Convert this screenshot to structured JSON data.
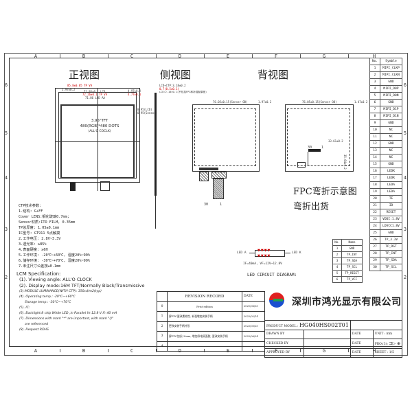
{
  "frame": {
    "columns": [
      "A",
      "B",
      "C",
      "D",
      "E",
      "F",
      "G",
      "H"
    ],
    "rows": [
      "6",
      "5",
      "4",
      "3",
      "2"
    ]
  },
  "views": {
    "front_title": "正视图",
    "side_title": "侧视图",
    "back_title": "背视图",
    "display_size": "3.95\"TFT",
    "resolution": "480(RGB)*480 DOTS",
    "viewing": "(ALL'O COCLK)",
    "front_dims": [
      "85.8±0.05 TP VA",
      "1.97±0.2",
      "71.86±0.1 LCD",
      "72.26±0.1 TP VA",
      "71.86 LCD AA",
      "4.97±0.2",
      "4.77±0.1",
      "0.95(LCD)",
      "0.95(Sensor)"
    ],
    "side_dims": [
      "LCD+CTP:3.18±0.2",
      "0.7(0.5±0.1)",
      "LCD:2.18±0.1(不包括FPC和补强板厚度)"
    ],
    "back_dims": [
      "76.05±0.15(Sensor OD)",
      "1.97±0.2",
      "76.05±0.15(Sensor OD)",
      "1.47±0.2",
      "33.61±0.2",
      "35.64±0.2"
    ],
    "fpc_bend_title": "FPC弯折示意图",
    "fpc_bend_note": "弯折出货",
    "pin_labels": [
      "30",
      "1",
      "30",
      "1"
    ]
  },
  "pin_table": {
    "headers": [
      "No.",
      "Symble"
    ],
    "rows": [
      [
        "1",
        "MIPI_CLKP"
      ],
      [
        "2",
        "MIPI_CLKN"
      ],
      [
        "3",
        "GND"
      ],
      [
        "4",
        "MIPI_D0P"
      ],
      [
        "5",
        "MIPI_D0N"
      ],
      [
        "6",
        "GND"
      ],
      [
        "7",
        "MIPI_D1P"
      ],
      [
        "8",
        "MIPI_D1N"
      ],
      [
        "9",
        "GND"
      ],
      [
        "10",
        "NC"
      ],
      [
        "11",
        "NC"
      ],
      [
        "12",
        "GND"
      ],
      [
        "13",
        "NC"
      ],
      [
        "14",
        "NC"
      ],
      [
        "15",
        "GND"
      ],
      [
        "16",
        "LEDK"
      ],
      [
        "17",
        "LEDK"
      ],
      [
        "18",
        "LEDA"
      ],
      [
        "19",
        "LEDA"
      ],
      [
        "20",
        "TE"
      ],
      [
        "21",
        "ID"
      ],
      [
        "22",
        "RESET"
      ],
      [
        "23",
        "VDDI:1.8V"
      ],
      [
        "24",
        "LDVCC1.8V"
      ],
      [
        "25",
        "GND"
      ],
      [
        "26",
        "TP_3.3V"
      ],
      [
        "27",
        "TP_RST"
      ],
      [
        "28",
        "TP_INT"
      ],
      [
        "29",
        "TP_SDA"
      ],
      [
        "30",
        "TP_SCL"
      ]
    ]
  },
  "tp_table": {
    "headers": [
      "No.",
      "Name"
    ],
    "rows": [
      [
        "1",
        "GND"
      ],
      [
        "2",
        "TP_INT"
      ],
      [
        "3",
        "TP_SDA"
      ],
      [
        "4",
        "TP_SCL"
      ],
      [
        "5",
        "TP_RESET"
      ],
      [
        "6",
        "TP_VCI"
      ]
    ]
  },
  "ctp_specs": {
    "title": "CTP技术参数:",
    "lines": [
      "1.结构: G+FF",
      "Cover LENS:钢化玻璃0.7mm;",
      "Sensor材质:ITO FILM, 0.35mm",
      "TP总厚度: 1.05±0.1mm",
      "IC型号: GT911 5点触摸",
      "2.工作电压: 2.8V~3.3V",
      "3.透光率: ≥85%",
      "4.表面硬度: ≥6H",
      "5.工作环境: -20℃~+60℃, 湿度20%~90%",
      "6.储存环境: -30℃~+70℃, 湿度20%~90%",
      "7.未注尺寸公差按±0.1mm"
    ]
  },
  "lcm_specs": {
    "title": "LCM Specification:",
    "lines": [
      "(1). Viewing angle: ALL'O CLOCK",
      "(2). Display mode:16M TFT/Normally Black/Transmissive",
      "(3).MODULE LUMINANCE(WITH CTP): 350cd/m2(typ)",
      "(4). Operating temp.: -20℃~+60℃",
      "Storage temp.: -30℃~+70℃",
      "(5). IC:",
      "(6). Backlight:8 chip White LED ,in Parallel Vr:12.8 V If: 40 mA",
      "(7). Dimensions with mark \"*\" are important, with mark \"()\"",
      "are referenced",
      "(8). Request ROHS"
    ]
  },
  "led_circuit": {
    "anode": "LED A",
    "cathode": "LED K",
    "params": "IF=40mA, VF=12V~12.8V",
    "title": "LED CIRCUIT DIAGRAM:"
  },
  "revision_record": {
    "header": "REVISION RECORD",
    "date_header": "DATE",
    "rows": [
      {
        "no": "0",
        "desc": "Frist edition",
        "date": "2021/06/03"
      },
      {
        "no": "1",
        "desc": "屏FPC更改柔软性, 补强增加安装手柄",
        "date": "2022/02/14"
      },
      {
        "no": "2",
        "desc": "更改安装手柄外形",
        "date": "2022/03/25"
      },
      {
        "no": "3",
        "desc": "屏FPC加长10mm, 增加导电双面胶, 更改安装手柄",
        "date": "2022/06/24"
      },
      {
        "no": "4",
        "desc": "",
        "date": ""
      }
    ]
  },
  "title_block": {
    "company": "深圳市鸿光显示有限公司",
    "product_model_label": "PRODUCT MODEL :",
    "product_model": "HG040HS002T01",
    "drawn_by": "DRAWN BY",
    "checked_by": "CHECKED BY",
    "approved_by": "APPROVED BY",
    "date_label": "DATE",
    "unit": "UNIT : mm",
    "proj": "PRO.(3):",
    "sheet": "SHEET : 1/5"
  },
  "colors": {
    "logo_red": "#e02020",
    "logo_blue": "#1a4fd0",
    "logo_green": "#22a050",
    "dim_red": "#cc0000"
  }
}
